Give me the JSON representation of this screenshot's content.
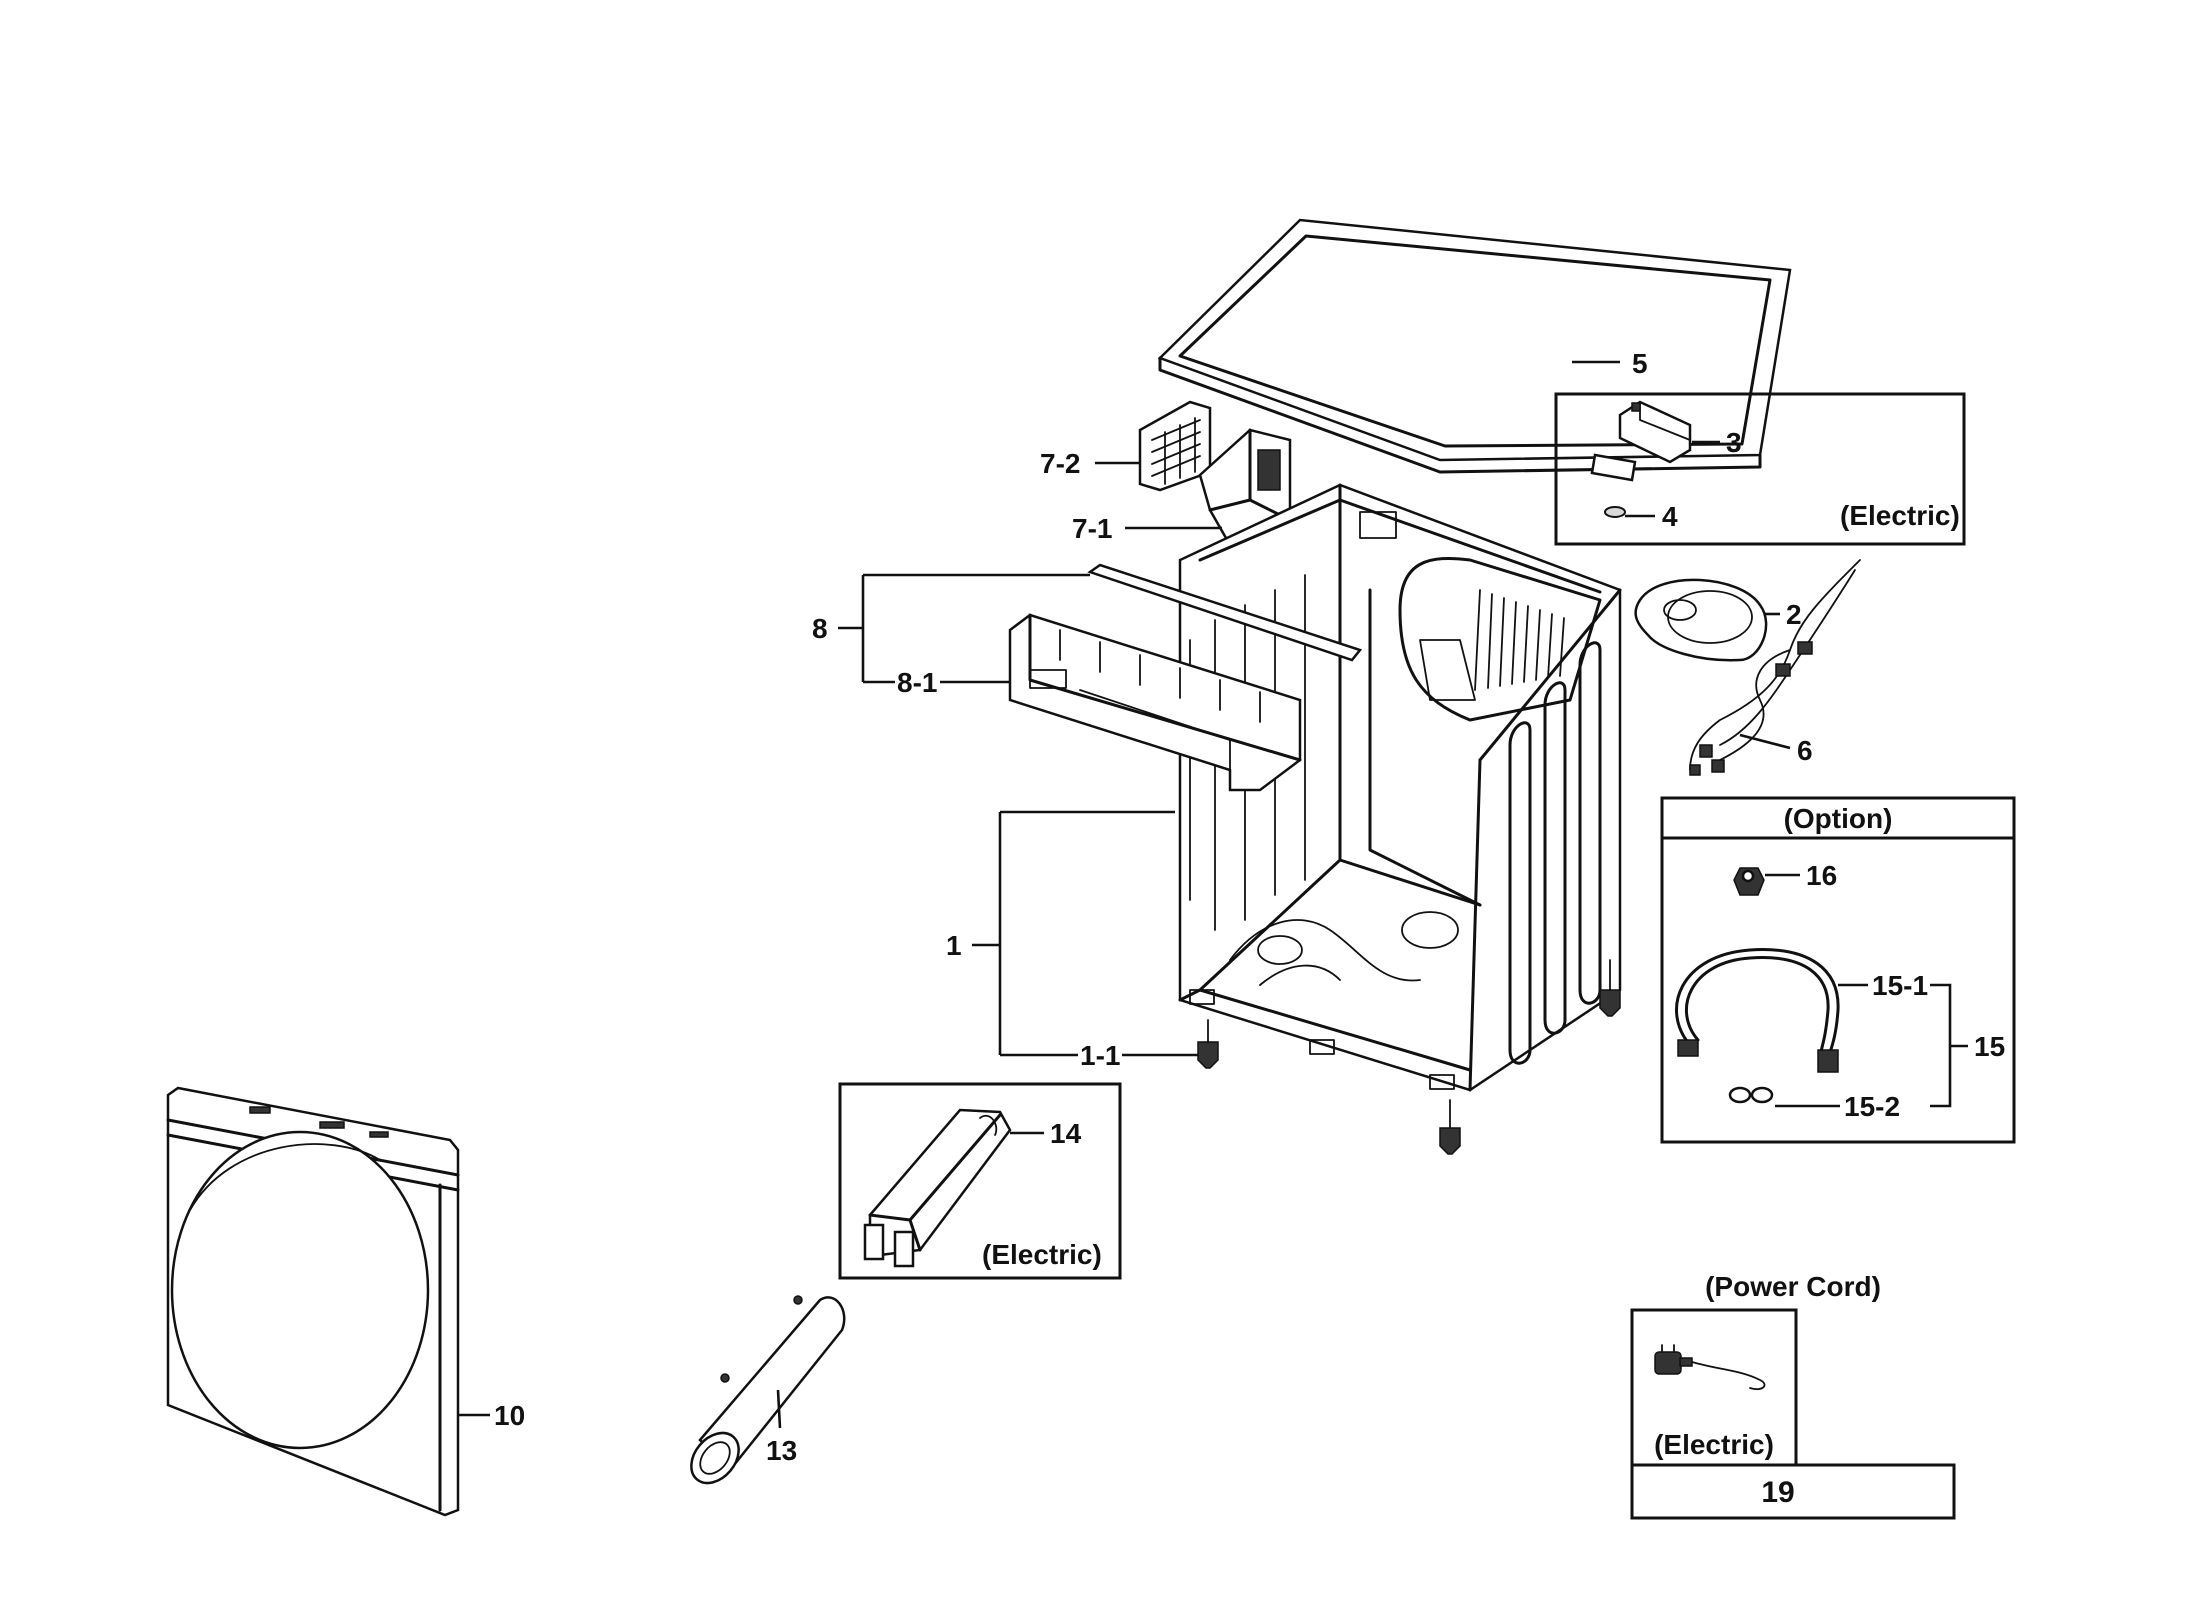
{
  "callouts": {
    "c1": "1",
    "c1_1": "1-1",
    "c2": "2",
    "c3": "3",
    "c4": "4",
    "c5": "5",
    "c6": "6",
    "c7_1": "7-1",
    "c7_2": "7-2",
    "c8": "8",
    "c8_1": "8-1",
    "c10": "10",
    "c13": "13",
    "c14": "14",
    "c15": "15",
    "c15_1": "15-1",
    "c15_2": "15-2",
    "c16": "16",
    "c19": "19"
  },
  "notes": {
    "electric_top": "(Electric)",
    "electric_heater": "(Electric)",
    "electric_cord": "(Electric)",
    "option": "(Option)",
    "power_cord": "(Power Cord)"
  }
}
